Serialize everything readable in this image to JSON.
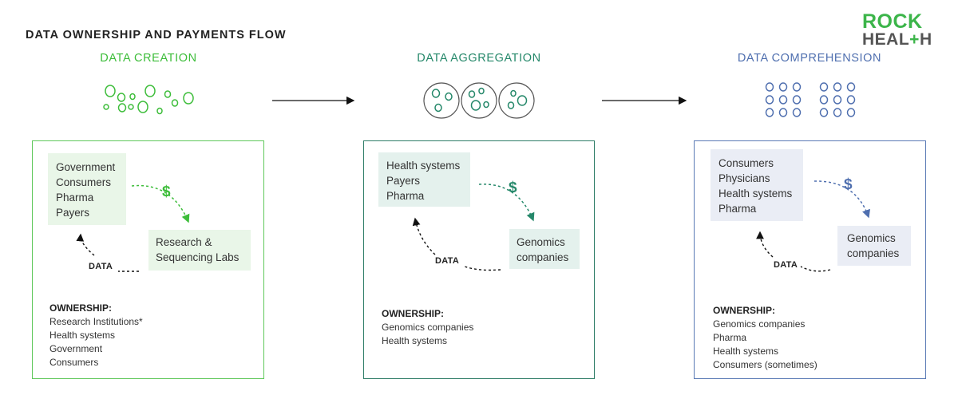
{
  "title": "DATA OWNERSHIP AND PAYMENTS FLOW",
  "logo": {
    "line1": "ROCK",
    "line2": "HEAL+H"
  },
  "colors": {
    "creation": "#3dbd3a",
    "aggregation": "#25886a",
    "comprehension": "#4f6faf"
  },
  "stages": [
    {
      "title": "DATA CREATION",
      "payers": [
        "Government",
        "Consumers",
        "Pharma",
        "Payers"
      ],
      "receiver": [
        "Research &",
        "Sequencing Labs"
      ],
      "dollar": "$",
      "data_label": "DATA",
      "ownership_title": "OWNERSHIP:",
      "ownership": [
        "Research Institutions*",
        "Health systems",
        "Government",
        "Consumers"
      ]
    },
    {
      "title": "DATA AGGREGATION",
      "payers": [
        "Health systems",
        "Payers",
        "Pharma"
      ],
      "receiver": [
        "Genomics",
        "companies"
      ],
      "dollar": "$",
      "data_label": "DATA",
      "ownership_title": "OWNERSHIP:",
      "ownership": [
        "Genomics companies",
        "Health systems"
      ]
    },
    {
      "title": "DATA COMPREHENSION",
      "payers": [
        "Consumers",
        "Physicians",
        "Health systems",
        "Pharma"
      ],
      "receiver": [
        "Genomics",
        "companies"
      ],
      "dollar": "$",
      "data_label": "DATA",
      "ownership_title": "OWNERSHIP:",
      "ownership": [
        "Genomics companies",
        "Pharma",
        "Health systems",
        "Consumers (sometimes)"
      ]
    }
  ]
}
